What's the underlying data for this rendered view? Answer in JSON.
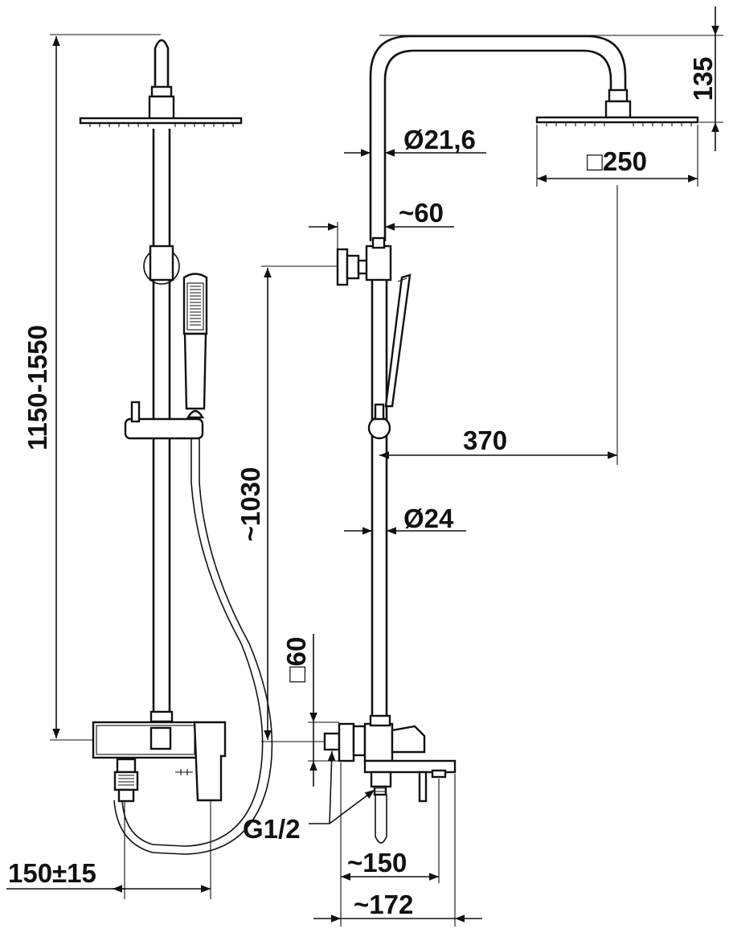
{
  "dimensions": {
    "total_height": "1150-1550",
    "head_drop": "135",
    "pipe_diameter_upper": "Ø21,6",
    "shower_head_size": "□250",
    "wall_bracket_offset": "~60",
    "arm_reach": "370",
    "pipe_diameter_lower": "Ø24",
    "mixer_to_bracket": "~1030",
    "mixer_body_size": "□60",
    "connection_thread": "G1/2",
    "spout_projection": "~150",
    "mixer_depth": "~172",
    "connection_spacing": "150±15"
  }
}
